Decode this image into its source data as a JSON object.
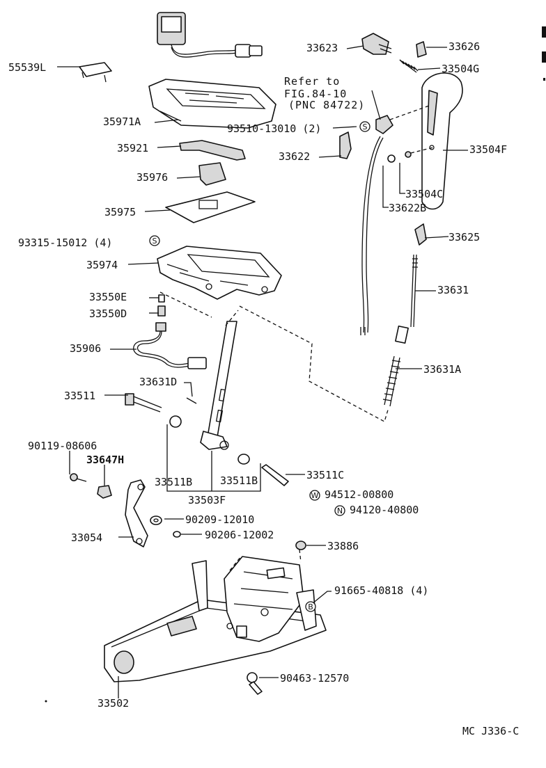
{
  "labels": {
    "p55539L": "55539L",
    "p33623": "33623",
    "p33626": "33626",
    "p33504G": "33504G",
    "p35971A": "35971A",
    "p93510": "93510-13010 (2)",
    "p35921": "35921",
    "p33622": "33622",
    "p33504F": "33504F",
    "p35976": "35976",
    "p33504C": "33504C",
    "p33622B": "33622B",
    "p35975": "35975",
    "p93315": "93315-15012 (4)",
    "p33625": "33625",
    "p35974": "35974",
    "p33631": "33631",
    "p33550E": "33550E",
    "p33550D": "33550D",
    "p35906": "35906",
    "p33631A": "33631A",
    "p33631D": "33631D",
    "p33511": "33511",
    "p90119": "90119-08606",
    "p33647H": "33647H",
    "p33511B_left": "33511B",
    "p33511B_right": "33511B",
    "p33511C": "33511C",
    "p33503F": "33503F",
    "p94512": "94512-00800",
    "p94120": "94120-40800",
    "p90209": "90209-12010",
    "p33054": "33054",
    "p90206": "90206-12002",
    "p33886": "33886",
    "p91665": "91665-40818 (4)",
    "p90463": "90463-12570",
    "p33502": "33502"
  },
  "reference_note": {
    "line1": "Refer to",
    "line2": "FIG.84-10",
    "line3": "(PNC 84722)"
  },
  "symbols": {
    "s": "S",
    "w": "W",
    "n": "N",
    "b": "B"
  },
  "footer": {
    "code": "MC J336-C"
  }
}
